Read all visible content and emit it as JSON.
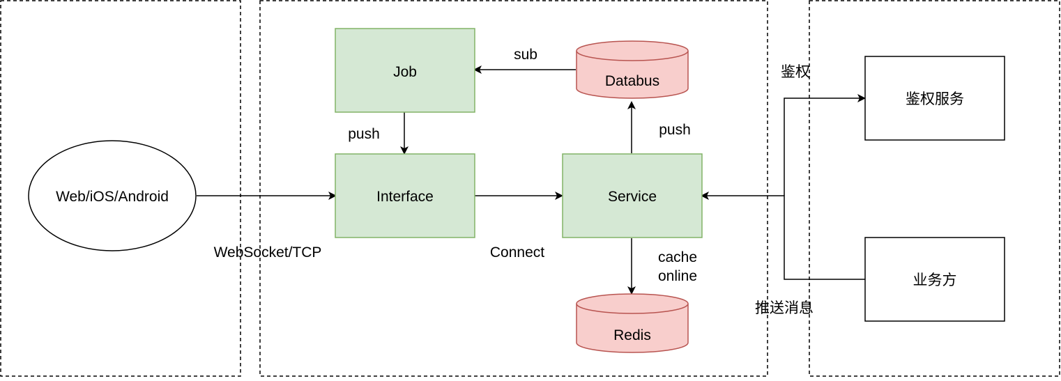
{
  "nodes": {
    "client": "Web/iOS/Android",
    "job": "Job",
    "databus": "Databus",
    "interface": "Interface",
    "service": "Service",
    "redis": "Redis",
    "auth_service": "鉴权服务",
    "business": "业务方"
  },
  "edges": {
    "client_to_interface": "WebSocket/TCP",
    "databus_to_job": "sub",
    "job_to_interface": "push",
    "interface_to_service": "Connect",
    "service_to_databus": "push",
    "service_to_redis_line1": "cache",
    "service_to_redis_line2": "online",
    "auth": "鉴权",
    "push_message": "推送消息"
  },
  "colors": {
    "process_fill": "#d5e8d4",
    "process_stroke": "#82b366",
    "store_fill": "#f8cecc",
    "store_stroke": "#b85450",
    "line": "#000000"
  }
}
